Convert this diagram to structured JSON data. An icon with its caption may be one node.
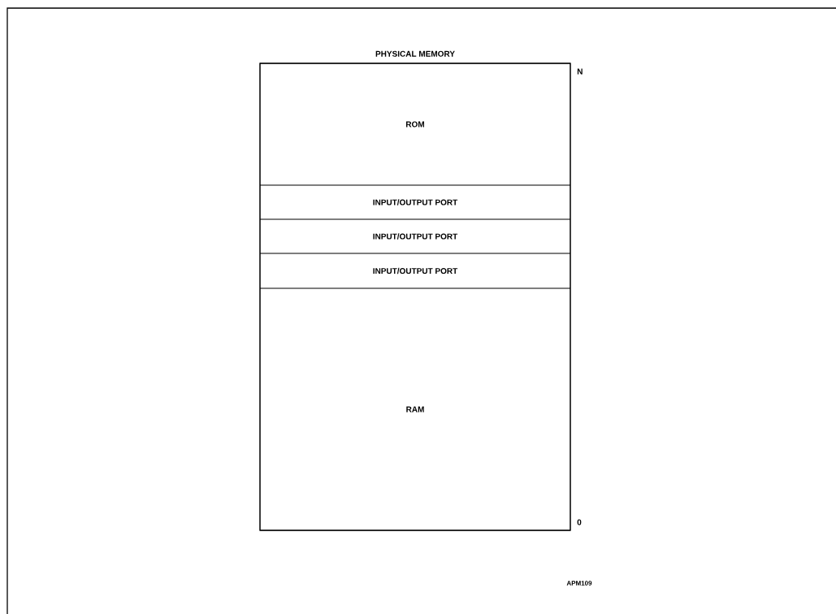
{
  "diagram": {
    "nodes": [
      {
        "text": [
          "PHYSICAL MEMORY"
        ]
      },
      {
        "text": [
          "ROM"
        ],
        "in": 0
      },
      {
        "text": [
          "INPUT/OUTPUT PORT"
        ],
        "in": 0
      },
      {
        "text": [
          "INPUT/OUTPUT PORT"
        ],
        "in": 0
      },
      {
        "text": [
          "INPUT/OUTPUT PORT"
        ],
        "in": 0
      },
      {
        "text": [
          "RAM"
        ],
        "in": 0
      }
    ],
    "labels": [
      "N",
      "0",
      "APM109"
    ]
  }
}
